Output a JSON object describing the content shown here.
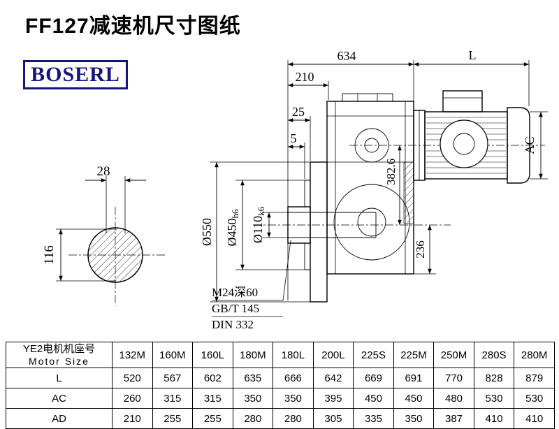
{
  "page": {
    "title": "FF127减速机尺寸图纸",
    "brand": "BOSERL"
  },
  "drawing": {
    "dims": {
      "width_total": "634",
      "motor_length": "L",
      "d210": "210",
      "d25": "25",
      "d5": "5",
      "flange_diameter": "Ø550",
      "spigot_diameter": "Ø450",
      "spigot_tolerance": "h6",
      "bore_diameter": "Ø110",
      "bore_tolerance": "k6",
      "center_height": "382.6",
      "bottom_height": "236",
      "motor_ac": "AC",
      "key_width": "28",
      "shaft_height": "116"
    },
    "notes": {
      "tap": "M24深60",
      "std1": "GB/T 145",
      "std2": "DIN 332"
    }
  },
  "table": {
    "header_cn": "YE2电机机座号",
    "header_en": "Motor Size",
    "columns": [
      "132M",
      "160M",
      "160L",
      "180M",
      "180L",
      "200L",
      "225S",
      "225M",
      "250M",
      "280S",
      "280M"
    ],
    "rows": [
      {
        "label": "L",
        "values": [
          520,
          567,
          602,
          635,
          666,
          642,
          669,
          691,
          770,
          828,
          879
        ]
      },
      {
        "label": "AC",
        "values": [
          260,
          315,
          315,
          350,
          350,
          395,
          450,
          450,
          480,
          530,
          530
        ]
      },
      {
        "label": "AD",
        "values": [
          210,
          255,
          255,
          280,
          280,
          305,
          335,
          350,
          387,
          410,
          410
        ]
      }
    ]
  }
}
